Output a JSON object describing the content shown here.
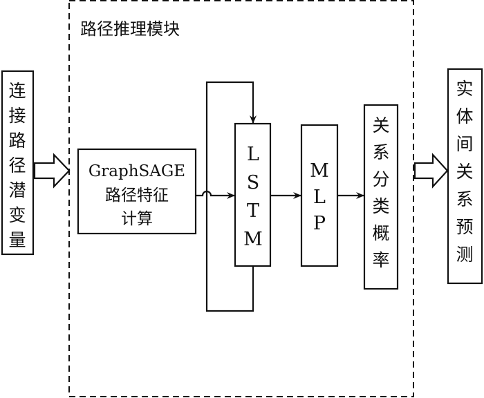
{
  "module_title": "路径推理模块",
  "input_box": [
    "连",
    "接",
    "路",
    "径",
    "潜",
    "变",
    "量"
  ],
  "graphsage_box": {
    "line1": "GraphSAGE",
    "line2": "路径特征",
    "line3": "计算"
  },
  "lstm_box": [
    "L",
    "S",
    "T",
    "M"
  ],
  "mlp_box": [
    "M",
    "L",
    "P"
  ],
  "relation_prob_box": [
    "关",
    "系",
    "分",
    "类",
    "概",
    "率"
  ],
  "output_box": [
    "实",
    "体",
    "间",
    "关",
    "系",
    "预",
    "测"
  ]
}
